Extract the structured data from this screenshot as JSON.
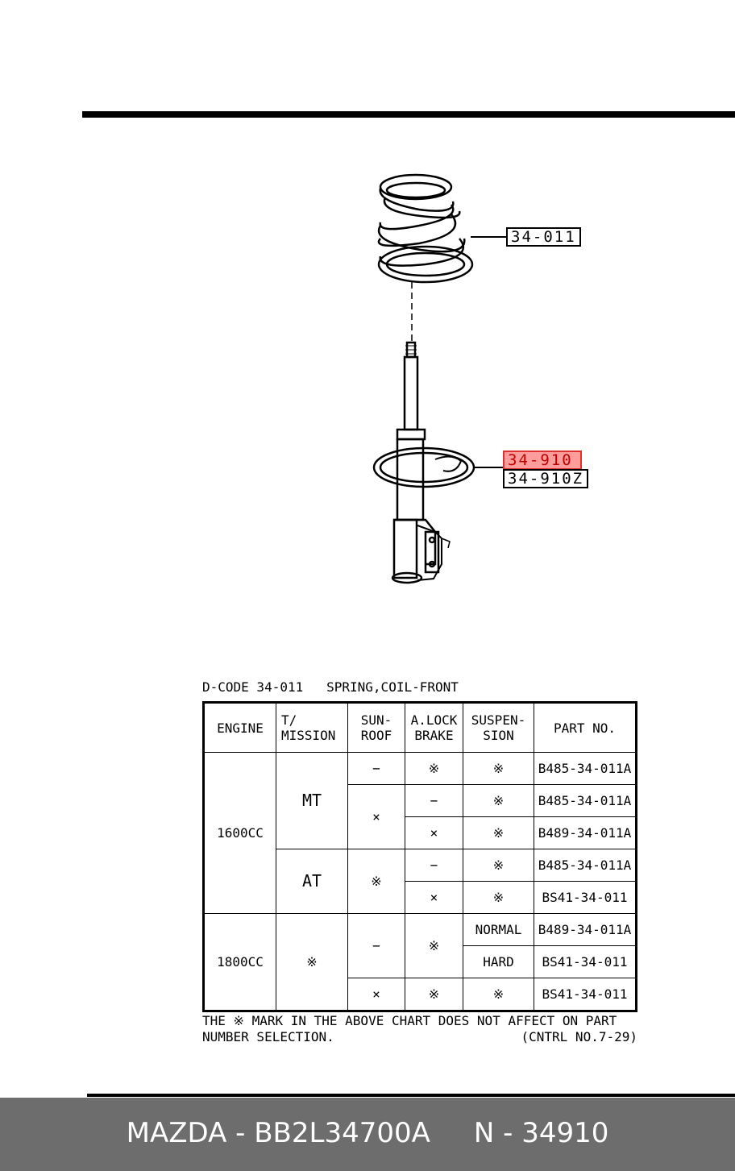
{
  "callouts": {
    "spring": "34-011",
    "strut": "34-910",
    "strut_alt": "34-910Z"
  },
  "table": {
    "caption": "D-CODE 34-011   SPRING,COIL-FRONT",
    "headers": {
      "engine": "ENGINE",
      "mission_l1": "T/",
      "mission_l2": "MISSION",
      "sunroof_l1": "SUN-",
      "sunroof_l2": "ROOF",
      "alock_l1": "A.LOCK",
      "alock_l2": "BRAKE",
      "susp_l1": "SUSPEN-",
      "susp_l2": "SION",
      "partno": "PART NO."
    },
    "engine_1600": "1600CC",
    "engine_1800": "1800CC",
    "mt": "MT",
    "at": "AT",
    "mark": "※",
    "dash": "−",
    "cross": "×",
    "normal": "NORMAL",
    "hard": "HARD",
    "parts": [
      "B485-34-011A",
      "B485-34-011A",
      "B489-34-011A",
      "B485-34-011A",
      "BS41-34-011",
      "B489-34-011A",
      "BS41-34-011",
      "BS41-34-011"
    ]
  },
  "note": {
    "line1": "THE ※ MARK IN THE ABOVE CHART DOES NOT AFFECT ON PART",
    "line2": "NUMBER SELECTION.",
    "control": "(CNTRL NO.7-29)"
  },
  "footer": {
    "text": "MAZDA - BB2L34700A     N - 34910"
  },
  "colors": {
    "highlight": "#ff9c9c",
    "footer_bg": "#6d6d6d"
  }
}
